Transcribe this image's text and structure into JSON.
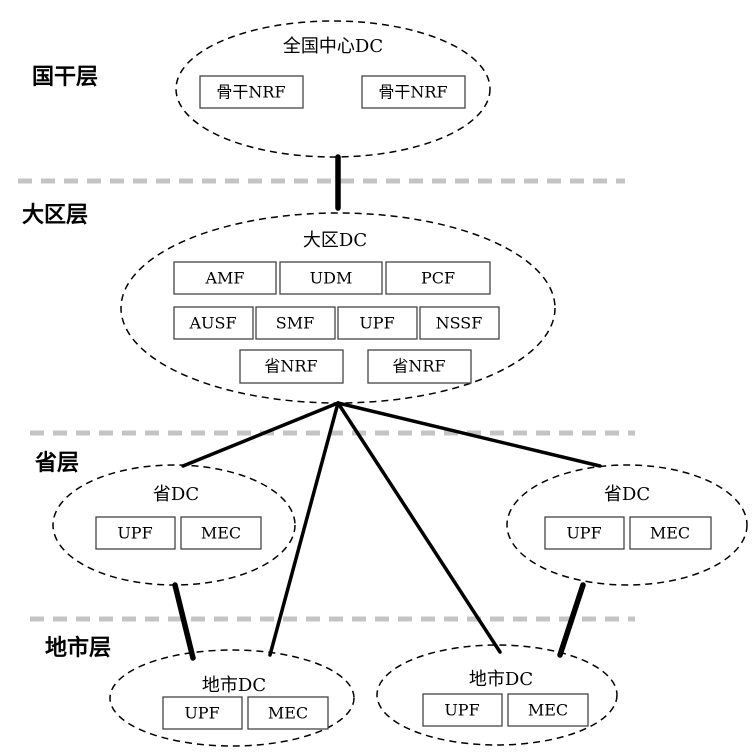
{
  "layers": {
    "national": "国干层",
    "region": "大区层",
    "province": "省层",
    "city": "地市层"
  },
  "national_dc": {
    "title": "全国中心DC",
    "boxes": [
      "骨干NRF",
      "骨干NRF"
    ]
  },
  "region_dc": {
    "title": "大区DC",
    "row1": [
      "AMF",
      "UDM",
      "PCF"
    ],
    "row2": [
      "AUSF",
      "SMF",
      "UPF",
      "NSSF"
    ],
    "row3": [
      "省NRF",
      "省NRF"
    ]
  },
  "province_dc_left": {
    "title": "省DC",
    "boxes": [
      "UPF",
      "MEC"
    ]
  },
  "province_dc_right": {
    "title": "省DC",
    "boxes": [
      "UPF",
      "MEC"
    ]
  },
  "city_dc_left": {
    "title": "地市DC",
    "boxes": [
      "UPF",
      "MEC"
    ]
  },
  "city_dc_right": {
    "title": "地市DC",
    "boxes": [
      "UPF",
      "MEC"
    ]
  }
}
